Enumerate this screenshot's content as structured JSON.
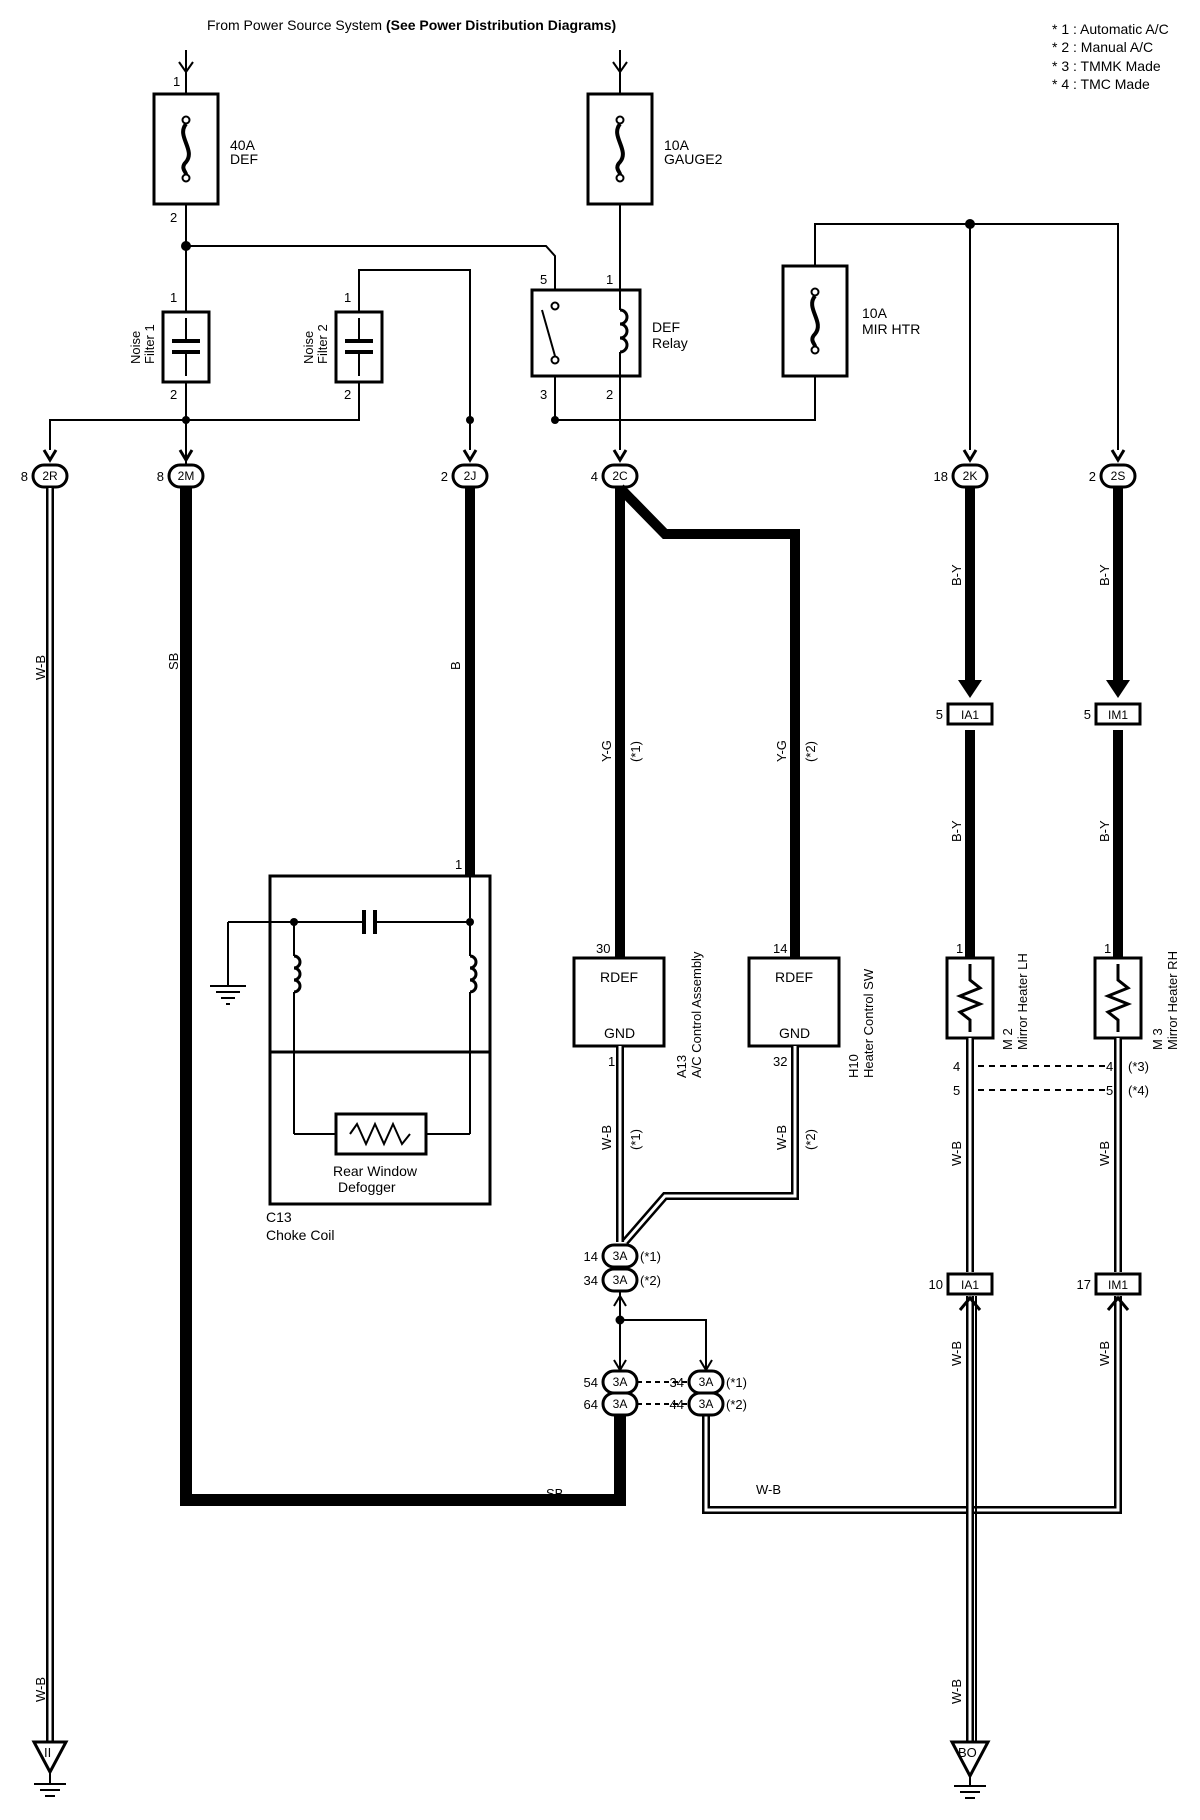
{
  "header": {
    "source_text": "From Power Source System ",
    "source_bold": "(See Power Distribution Diagrams)"
  },
  "notes": [
    "* 1 : Automatic A/C",
    "* 2 : Manual A/C",
    "* 3 : TMMK Made",
    "* 4 : TMC Made"
  ],
  "fuses": {
    "def": {
      "amps": "40A",
      "name": "DEF",
      "pin_top": "1",
      "pin_bottom": "2"
    },
    "gauge": {
      "amps": "10A",
      "name": "GAUGE2"
    },
    "mir": {
      "amps": "10A",
      "name": "MIR HTR"
    }
  },
  "noise_filter_1": {
    "label": "Noise",
    "label2": "Filter 1",
    "pin_top": "1",
    "pin_bottom": "2"
  },
  "noise_filter_2": {
    "label": "Noise",
    "label2": "Filter 2",
    "pin_top": "1",
    "pin_bottom": "2"
  },
  "relay": {
    "name": "DEF",
    "name2": "Relay",
    "pin5": "5",
    "pin1": "1",
    "pin3": "3",
    "pin2": "2"
  },
  "connectors": {
    "c2r": {
      "id": "2R",
      "pin": "8"
    },
    "c2m": {
      "id": "2M",
      "pin": "8"
    },
    "c2j": {
      "id": "2J",
      "pin": "2"
    },
    "c2c": {
      "id": "2C",
      "pin": "4"
    },
    "c2k": {
      "id": "2K",
      "pin": "18"
    },
    "c2s": {
      "id": "2S",
      "pin": "2"
    },
    "ia1_top": {
      "id": "IA1",
      "pin": "5"
    },
    "im1_top": {
      "id": "IM1",
      "pin": "5"
    },
    "ia1_bot": {
      "id": "IA1",
      "pin": "10"
    },
    "im1_bot": {
      "id": "IM1",
      "pin": "17"
    },
    "c3a_1": {
      "id": "3A",
      "pin": "14",
      "note": "(*1)"
    },
    "c3a_2": {
      "id": "3A",
      "pin": "34",
      "note": "(*2)"
    },
    "c3a_3": {
      "id": "3A",
      "pin": "54"
    },
    "c3a_4": {
      "id": "3A",
      "pin": "64"
    },
    "c3a_5": {
      "id": "3A",
      "pin": "34",
      "note": "(*1)"
    },
    "c3a_6": {
      "id": "3A",
      "pin": "44",
      "note": "(*2)"
    }
  },
  "wires": {
    "wb": "W-B",
    "sb": "SB",
    "b": "B",
    "yg": "Y-G",
    "by": "B-Y",
    "n1": "(*1)",
    "n2": "(*2)"
  },
  "choke": {
    "code": "C13",
    "name": "Choke Coil",
    "pin": "1",
    "defogger1": "Rear Window",
    "defogger2": "Defogger"
  },
  "ac_control": {
    "code": "A13",
    "name": "A/C Control Assembly",
    "top": "RDEF",
    "bottom": "GND",
    "pin_top": "30",
    "pin_bottom": "1"
  },
  "heater_sw": {
    "code": "H10",
    "name": "Heater Control SW",
    "top": "RDEF",
    "bottom": "GND",
    "pin_top": "14",
    "pin_bottom": "32"
  },
  "mirror_lh": {
    "code": "M 2",
    "name": "Mirror Heater LH",
    "pin1": "1",
    "pin4": "4",
    "pin5": "5"
  },
  "mirror_rh": {
    "code": "M 3",
    "name": "Mirror Heater RH",
    "pin1": "1",
    "pin4": "4",
    "pin5": "5",
    "note4": "(*3)",
    "note5": "(*4)"
  },
  "grounds": {
    "left": "II",
    "right": "BO"
  }
}
